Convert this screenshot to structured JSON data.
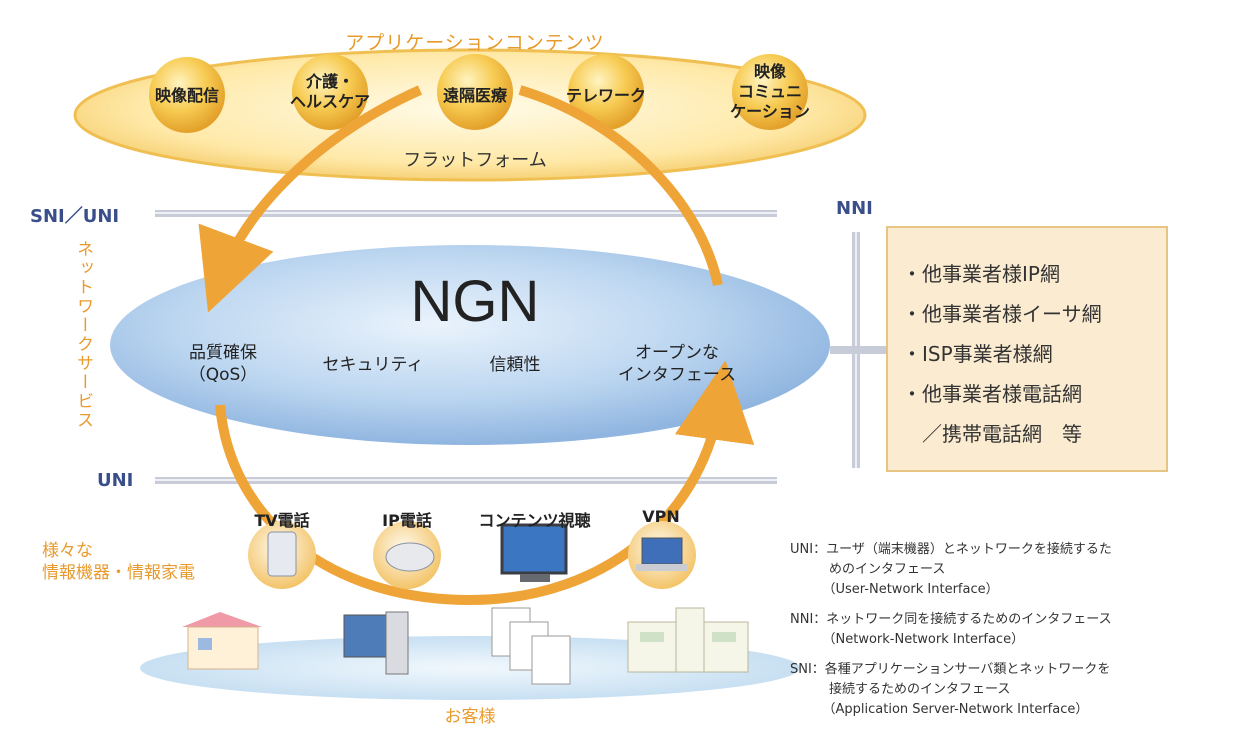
{
  "app_contents": {
    "title": "アプリケーションコンテンツ",
    "items": [
      "映像配信",
      "介護・\nヘルスケア",
      "遠隔医療",
      "テレワーク",
      "映像\nコミュニ\nケーション"
    ],
    "platform": "フラットフォーム"
  },
  "interfaces": {
    "sni_uni": "SNI／UNI",
    "uni": "UNI",
    "nni": "NNI"
  },
  "network_service": "ネットワークサービス",
  "ngn": {
    "title": "NGN",
    "features": [
      "品質確保\n（QoS）",
      "セキュリティ",
      "信頼性",
      "オープンな\nインタフェース"
    ]
  },
  "nni_networks": [
    "・他事業者様IP網",
    "・他事業者様イーサ網",
    "・ISP事業者様網",
    "・他事業者様電話網",
    "　／携帯電話網　等"
  ],
  "devices": {
    "label": "様々な\n情報機器・情報家電",
    "items": [
      "TV電話",
      "IP電話",
      "コンテンツ視聴",
      "VPN"
    ]
  },
  "customers": "お客様",
  "legend": [
    "UNI：ユーザ（端末機器）とネットワークを接続するた",
    "　　　めのインタフェース",
    "　　　（User-Network Interface）",
    "NNI：ネットワーク同を接続するためのインタフェース",
    "　　　（Network-Network Interface）",
    "SNI：各種アプリケーションサーバ類とネットワークを",
    "　　　接続するためのインタフェース",
    "　　　（Application Server-Network Interface）"
  ],
  "colors": {
    "accent": "#e89a2c",
    "ngn_blue": "#a9c8ea",
    "interface_text": "#3a4f8a",
    "nni_box": "#fbebd0"
  }
}
